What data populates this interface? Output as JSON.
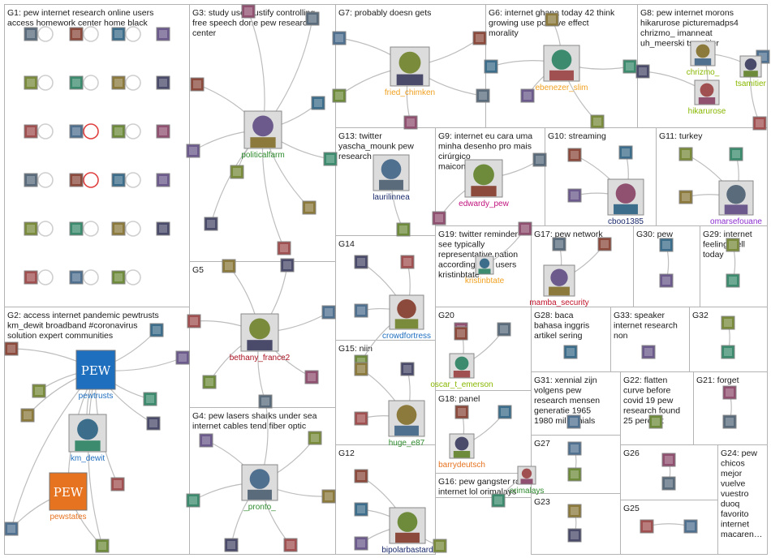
{
  "panels": [
    {
      "id": "G1",
      "lines": [
        "G1: pew internet research online users",
        "access homework center home black"
      ]
    },
    {
      "id": "G3",
      "lines": [
        "G3: study used justify controlling",
        "free speech done pew research",
        "center"
      ]
    },
    {
      "id": "G7",
      "lines": [
        "G7: probably doesn gets"
      ]
    },
    {
      "id": "G6",
      "lines": [
        "G6: internet ghana today 42 think",
        "growing use positive effect",
        "morality"
      ]
    },
    {
      "id": "G8",
      "lines": [
        "G8: pew internet morons",
        "hikarurose picturemadps4",
        "chrizmo_ imanneat",
        "uh_meerski tsamitier"
      ]
    },
    {
      "id": "G13",
      "lines": [
        "G13: twitter",
        "yascha_mounk pew",
        "research"
      ]
    },
    {
      "id": "G9",
      "lines": [
        "G9: internet eu cara uma",
        "minha desenho pro mais",
        "cirúrgico",
        "maiconkusterkkk"
      ]
    },
    {
      "id": "G10",
      "lines": [
        "G10: streaming"
      ]
    },
    {
      "id": "G11",
      "lines": [
        "G11: turkey"
      ]
    },
    {
      "id": "G14",
      "lines": [
        "G14"
      ]
    },
    {
      "id": "G19",
      "lines": [
        "G19: twitter reminder",
        "see typically",
        "representative nation",
        "according pew users",
        "kristinbtate"
      ]
    },
    {
      "id": "G17",
      "lines": [
        "G17: pew network"
      ]
    },
    {
      "id": "G30",
      "lines": [
        "G30: pew"
      ]
    },
    {
      "id": "G29",
      "lines": [
        "G29: internet",
        "feeling well",
        "today"
      ]
    },
    {
      "id": "G5",
      "lines": [
        "G5"
      ]
    },
    {
      "id": "G2",
      "lines": [
        "G2: access internet pandemic pewtrusts",
        "km_dewit broadband #coronavirus",
        "solution expert communities"
      ]
    },
    {
      "id": "G20",
      "lines": [
        "G20"
      ]
    },
    {
      "id": "G28",
      "lines": [
        "G28: baca",
        "bahasa inggris",
        "artikel sering"
      ]
    },
    {
      "id": "G33",
      "lines": [
        "G33: speaker",
        "internet research",
        "non"
      ]
    },
    {
      "id": "G32",
      "lines": [
        "G32"
      ]
    },
    {
      "id": "G15",
      "lines": [
        "G15: niin"
      ]
    },
    {
      "id": "G31",
      "lines": [
        "G31: xennial zijn",
        "volgens pew",
        "research mensen",
        "generatie 1965",
        "1980 millennials"
      ]
    },
    {
      "id": "G22",
      "lines": [
        "G22: flatten",
        "curve before",
        "covid 19 pew",
        "research found",
        "25 percent"
      ]
    },
    {
      "id": "G21",
      "lines": [
        "G21: forget"
      ]
    },
    {
      "id": "G4",
      "lines": [
        "G4: pew lasers sharks under sea",
        "internet cables tend fiber optic"
      ]
    },
    {
      "id": "G18",
      "lines": [
        "G18: panel"
      ]
    },
    {
      "id": "G27",
      "lines": [
        "G27"
      ]
    },
    {
      "id": "G26",
      "lines": [
        "G26"
      ]
    },
    {
      "id": "G24",
      "lines": [
        "G24: pew",
        "chicos",
        "mejor",
        "vuelve",
        "vuestro",
        "duoq",
        "favorito",
        "internet",
        "macaren…"
      ]
    },
    {
      "id": "G12",
      "lines": [
        "G12"
      ]
    },
    {
      "id": "G16",
      "lines": [
        "G16: pew gangster re",
        "internet lol orimalays"
      ]
    },
    {
      "id": "G23",
      "lines": [
        "G23"
      ]
    },
    {
      "id": "G25",
      "lines": [
        "G25"
      ]
    }
  ],
  "hubs": [
    {
      "id": "pewtrusts",
      "label": "pewtrusts",
      "badge": "PEW",
      "color": "#1f6fbf"
    },
    {
      "id": "pewstates",
      "label": "pewstates",
      "badge": "PEW",
      "color": "#e67320"
    },
    {
      "id": "km_dewit",
      "label": "km_dewit",
      "color": "#1f6fbf"
    },
    {
      "id": "politicalfarm",
      "label": "politicalfarm",
      "color": "#2e8b2e"
    },
    {
      "id": "fried_chimken",
      "label": "fried_chimken",
      "color": "#f0a020"
    },
    {
      "id": "ebenezer_slim",
      "label": "ebenezer_slim",
      "color": "#f0a020"
    },
    {
      "id": "chrizmo_",
      "label": "chrizmo_",
      "color": "#88b800"
    },
    {
      "id": "tsamitier",
      "label": "tsamitier",
      "color": "#88b800"
    },
    {
      "id": "hikarurose",
      "label": "hikarurose",
      "color": "#88b800"
    },
    {
      "id": "laurilinnea",
      "label": "laurilinnea",
      "color": "#1a2a6c"
    },
    {
      "id": "edwardy_pew",
      "label": "edwardy_pew",
      "color": "#c0127d"
    },
    {
      "id": "cboo1385",
      "label": "cboo1385",
      "color": "#1a2a6c"
    },
    {
      "id": "omarsefouane",
      "label": "omarsefouane",
      "color": "#8a2ccf"
    },
    {
      "id": "crowdfortress",
      "label": "crowdfortress",
      "color": "#1f6fbf"
    },
    {
      "id": "kristinbtate",
      "label": "kristinbtate",
      "color": "#f0a020"
    },
    {
      "id": "mamba_security",
      "label": "mamba_security",
      "color": "#c0122a"
    },
    {
      "id": "bethany_france2",
      "label": "bethany_france2",
      "color": "#a81020"
    },
    {
      "id": "oscar_t_emerson",
      "label": "oscar_t_emerson",
      "color": "#88b800"
    },
    {
      "id": "huge_e87",
      "label": "huge_e87",
      "color": "#2e8b2e"
    },
    {
      "id": "barrydeutsch",
      "label": "barrydeutsch",
      "color": "#e67320"
    },
    {
      "id": "orimalays",
      "label": "orimalays",
      "color": "#2e8b2e"
    },
    {
      "id": "_pronto_",
      "label": "_pronto_",
      "color": "#2e8b2e"
    },
    {
      "id": "bipolarbastard",
      "label": "bipolarbastard",
      "color": "#1a2a6c"
    }
  ]
}
